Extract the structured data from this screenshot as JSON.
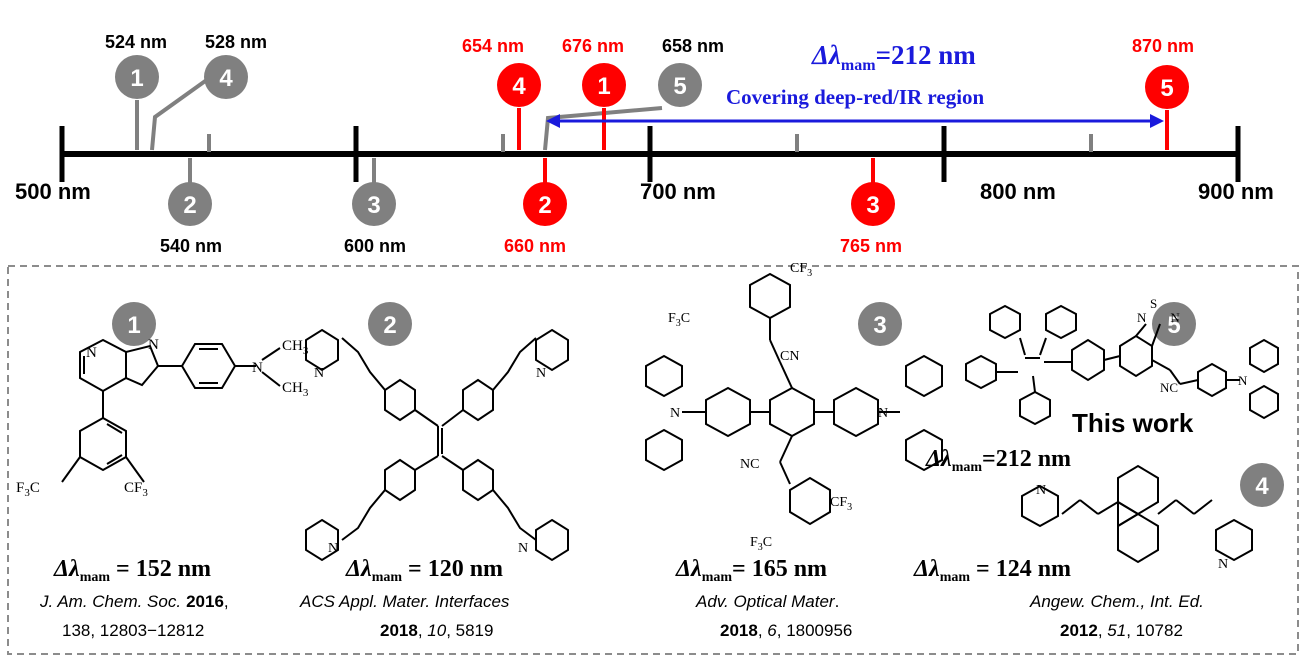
{
  "axis": {
    "ticks": [
      {
        "value": 500,
        "label": "500 nm"
      },
      {
        "value": 600,
        "label": "600 nm"
      },
      {
        "value": 700,
        "label": "700 nm"
      },
      {
        "value": 800,
        "label": "800 nm"
      },
      {
        "value": 900,
        "label": "900 nm"
      }
    ],
    "range": [
      500,
      900
    ],
    "line_color": "#000000"
  },
  "markers": [
    {
      "id": "1",
      "value": 524,
      "label": "524 nm",
      "color": "#808080",
      "label_color": "#000000",
      "side": "above"
    },
    {
      "id": "4",
      "value": 528,
      "label": "528 nm",
      "color": "#808080",
      "label_color": "#000000",
      "side": "above"
    },
    {
      "id": "2",
      "value": 540,
      "label": "540 nm",
      "color": "#808080",
      "label_color": "#000000",
      "side": "below"
    },
    {
      "id": "3",
      "value": 600,
      "label": "600 nm",
      "color": "#808080",
      "label_color": "#000000",
      "side": "below"
    },
    {
      "id": "4",
      "value": 654,
      "label": "654 nm",
      "color": "#ff0000",
      "label_color": "#ff0000",
      "side": "above"
    },
    {
      "id": "1",
      "value": 676,
      "label": "676 nm",
      "color": "#ff0000",
      "label_color": "#ff0000",
      "side": "above"
    },
    {
      "id": "5",
      "value": 658,
      "label": "658 nm",
      "color": "#808080",
      "label_color": "#000000",
      "side": "above"
    },
    {
      "id": "2",
      "value": 660,
      "label": "660 nm",
      "color": "#ff0000",
      "label_color": "#ff0000",
      "side": "below"
    },
    {
      "id": "3",
      "value": 765,
      "label": "765 nm",
      "color": "#ff0000",
      "label_color": "#ff0000",
      "side": "below"
    },
    {
      "id": "5",
      "value": 870,
      "label": "870 nm",
      "color": "#ff0000",
      "label_color": "#ff0000",
      "side": "above"
    }
  ],
  "range_annotation": {
    "delta_symbol": "Δλ",
    "subscript": "mam",
    "value": "=212 nm",
    "caption": "Covering deep-red/IR region",
    "color": "#1a1adc"
  },
  "compounds": [
    {
      "badge": "1",
      "delta_prefix": "Δλ",
      "delta_sub": "mam",
      "delta_value": " = 152 nm",
      "ref_line1_journal": "J. Am. Chem. Soc.",
      "ref_line1_year": "2016",
      "ref_line2": "138, 12803−12812"
    },
    {
      "badge": "2",
      "delta_prefix": "Δλ",
      "delta_sub": "mam",
      "delta_value": " = 120 nm",
      "ref_line1_journal": "ACS Appl. Mater. Interfaces",
      "ref_line2_year": "2018",
      "ref_line2_vol": "10",
      "ref_line2_pages": ", 5819"
    },
    {
      "badge": "3",
      "delta_prefix": "Δλ",
      "delta_sub": "mam",
      "delta_value": "= 165 nm",
      "ref_line1_journal": "Adv. Optical Mater",
      "ref_line2_year": "2018",
      "ref_line2_vol": "6",
      "ref_line2_pages": ", 1800956"
    },
    {
      "badge": "5",
      "delta_prefix": "Δλ",
      "delta_sub": "mam",
      "delta_value": "=212 nm",
      "title": "This work"
    },
    {
      "badge": "4",
      "delta_prefix": "Δλ",
      "delta_sub": "mam",
      "delta_value": " = 124 nm",
      "ref_line1_journal": "Angew. Chem., Int. Ed.",
      "ref_line2_year": "2012",
      "ref_line2_vol": "51",
      "ref_line2_pages": ", 10782"
    }
  ],
  "atom_labels": {
    "n": "N",
    "s": "S",
    "nc": "NC",
    "cn": "CN",
    "ch3": "CH",
    "cf3": "CF",
    "f3c": "F",
    "f3c_c": "C",
    "sub3": "3"
  },
  "colors": {
    "gray": "#808080",
    "red": "#ff0000",
    "blue": "#1a1adc",
    "dash": "#8c8c8c"
  }
}
